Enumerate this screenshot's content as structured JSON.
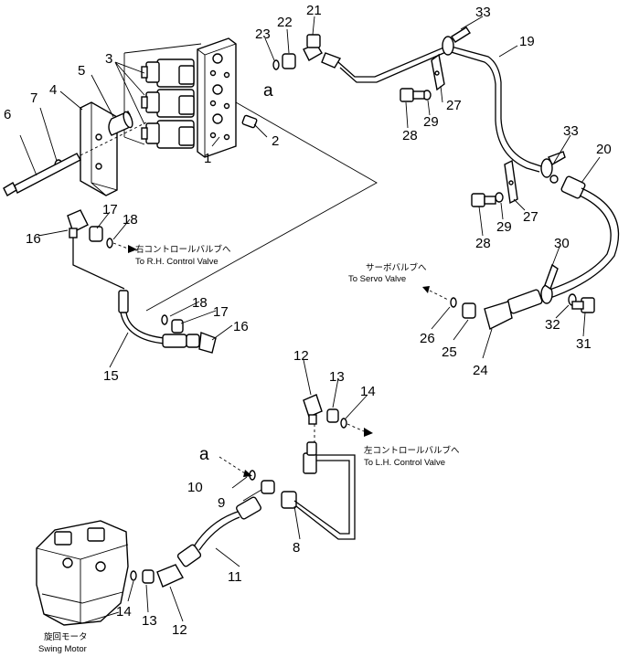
{
  "parts": [
    {
      "id": "1",
      "label": "1"
    },
    {
      "id": "2",
      "label": "2"
    },
    {
      "id": "3",
      "label": "3"
    },
    {
      "id": "4",
      "label": "4"
    },
    {
      "id": "5",
      "label": "5"
    },
    {
      "id": "6",
      "label": "6"
    },
    {
      "id": "7",
      "label": "7"
    },
    {
      "id": "8",
      "label": "8"
    },
    {
      "id": "9",
      "label": "9"
    },
    {
      "id": "10",
      "label": "10"
    },
    {
      "id": "11",
      "label": "11"
    },
    {
      "id": "12a",
      "label": "12"
    },
    {
      "id": "12b",
      "label": "12"
    },
    {
      "id": "13a",
      "label": "13"
    },
    {
      "id": "13b",
      "label": "13"
    },
    {
      "id": "14a",
      "label": "14"
    },
    {
      "id": "14b",
      "label": "14"
    },
    {
      "id": "15",
      "label": "15"
    },
    {
      "id": "16a",
      "label": "16"
    },
    {
      "id": "16b",
      "label": "16"
    },
    {
      "id": "17a",
      "label": "17"
    },
    {
      "id": "17b",
      "label": "17"
    },
    {
      "id": "18a",
      "label": "18"
    },
    {
      "id": "18b",
      "label": "18"
    },
    {
      "id": "19",
      "label": "19"
    },
    {
      "id": "20",
      "label": "20"
    },
    {
      "id": "21",
      "label": "21"
    },
    {
      "id": "22",
      "label": "22"
    },
    {
      "id": "23",
      "label": "23"
    },
    {
      "id": "24",
      "label": "24"
    },
    {
      "id": "25",
      "label": "25"
    },
    {
      "id": "26",
      "label": "26"
    },
    {
      "id": "27a",
      "label": "27"
    },
    {
      "id": "27b",
      "label": "27"
    },
    {
      "id": "28a",
      "label": "28"
    },
    {
      "id": "28b",
      "label": "28"
    },
    {
      "id": "29a",
      "label": "29"
    },
    {
      "id": "29b",
      "label": "29"
    },
    {
      "id": "30",
      "label": "30"
    },
    {
      "id": "31",
      "label": "31"
    },
    {
      "id": "32",
      "label": "32"
    },
    {
      "id": "33a",
      "label": "33"
    },
    {
      "id": "33b",
      "label": "33"
    }
  ],
  "connection_marks": {
    "top": "a",
    "bottom": "a"
  },
  "destinations": {
    "rh_jp": "右コントロールバルブへ",
    "rh_en": "To R.H. Control Valve",
    "servo_jp": "サーボバルブへ",
    "servo_en": "To Servo Valve",
    "lh_jp": "左コントロールバルブへ",
    "lh_en": "To L.H. Control Valve",
    "motor_jp": "旋回モータ",
    "motor_en": "Swing Motor"
  }
}
